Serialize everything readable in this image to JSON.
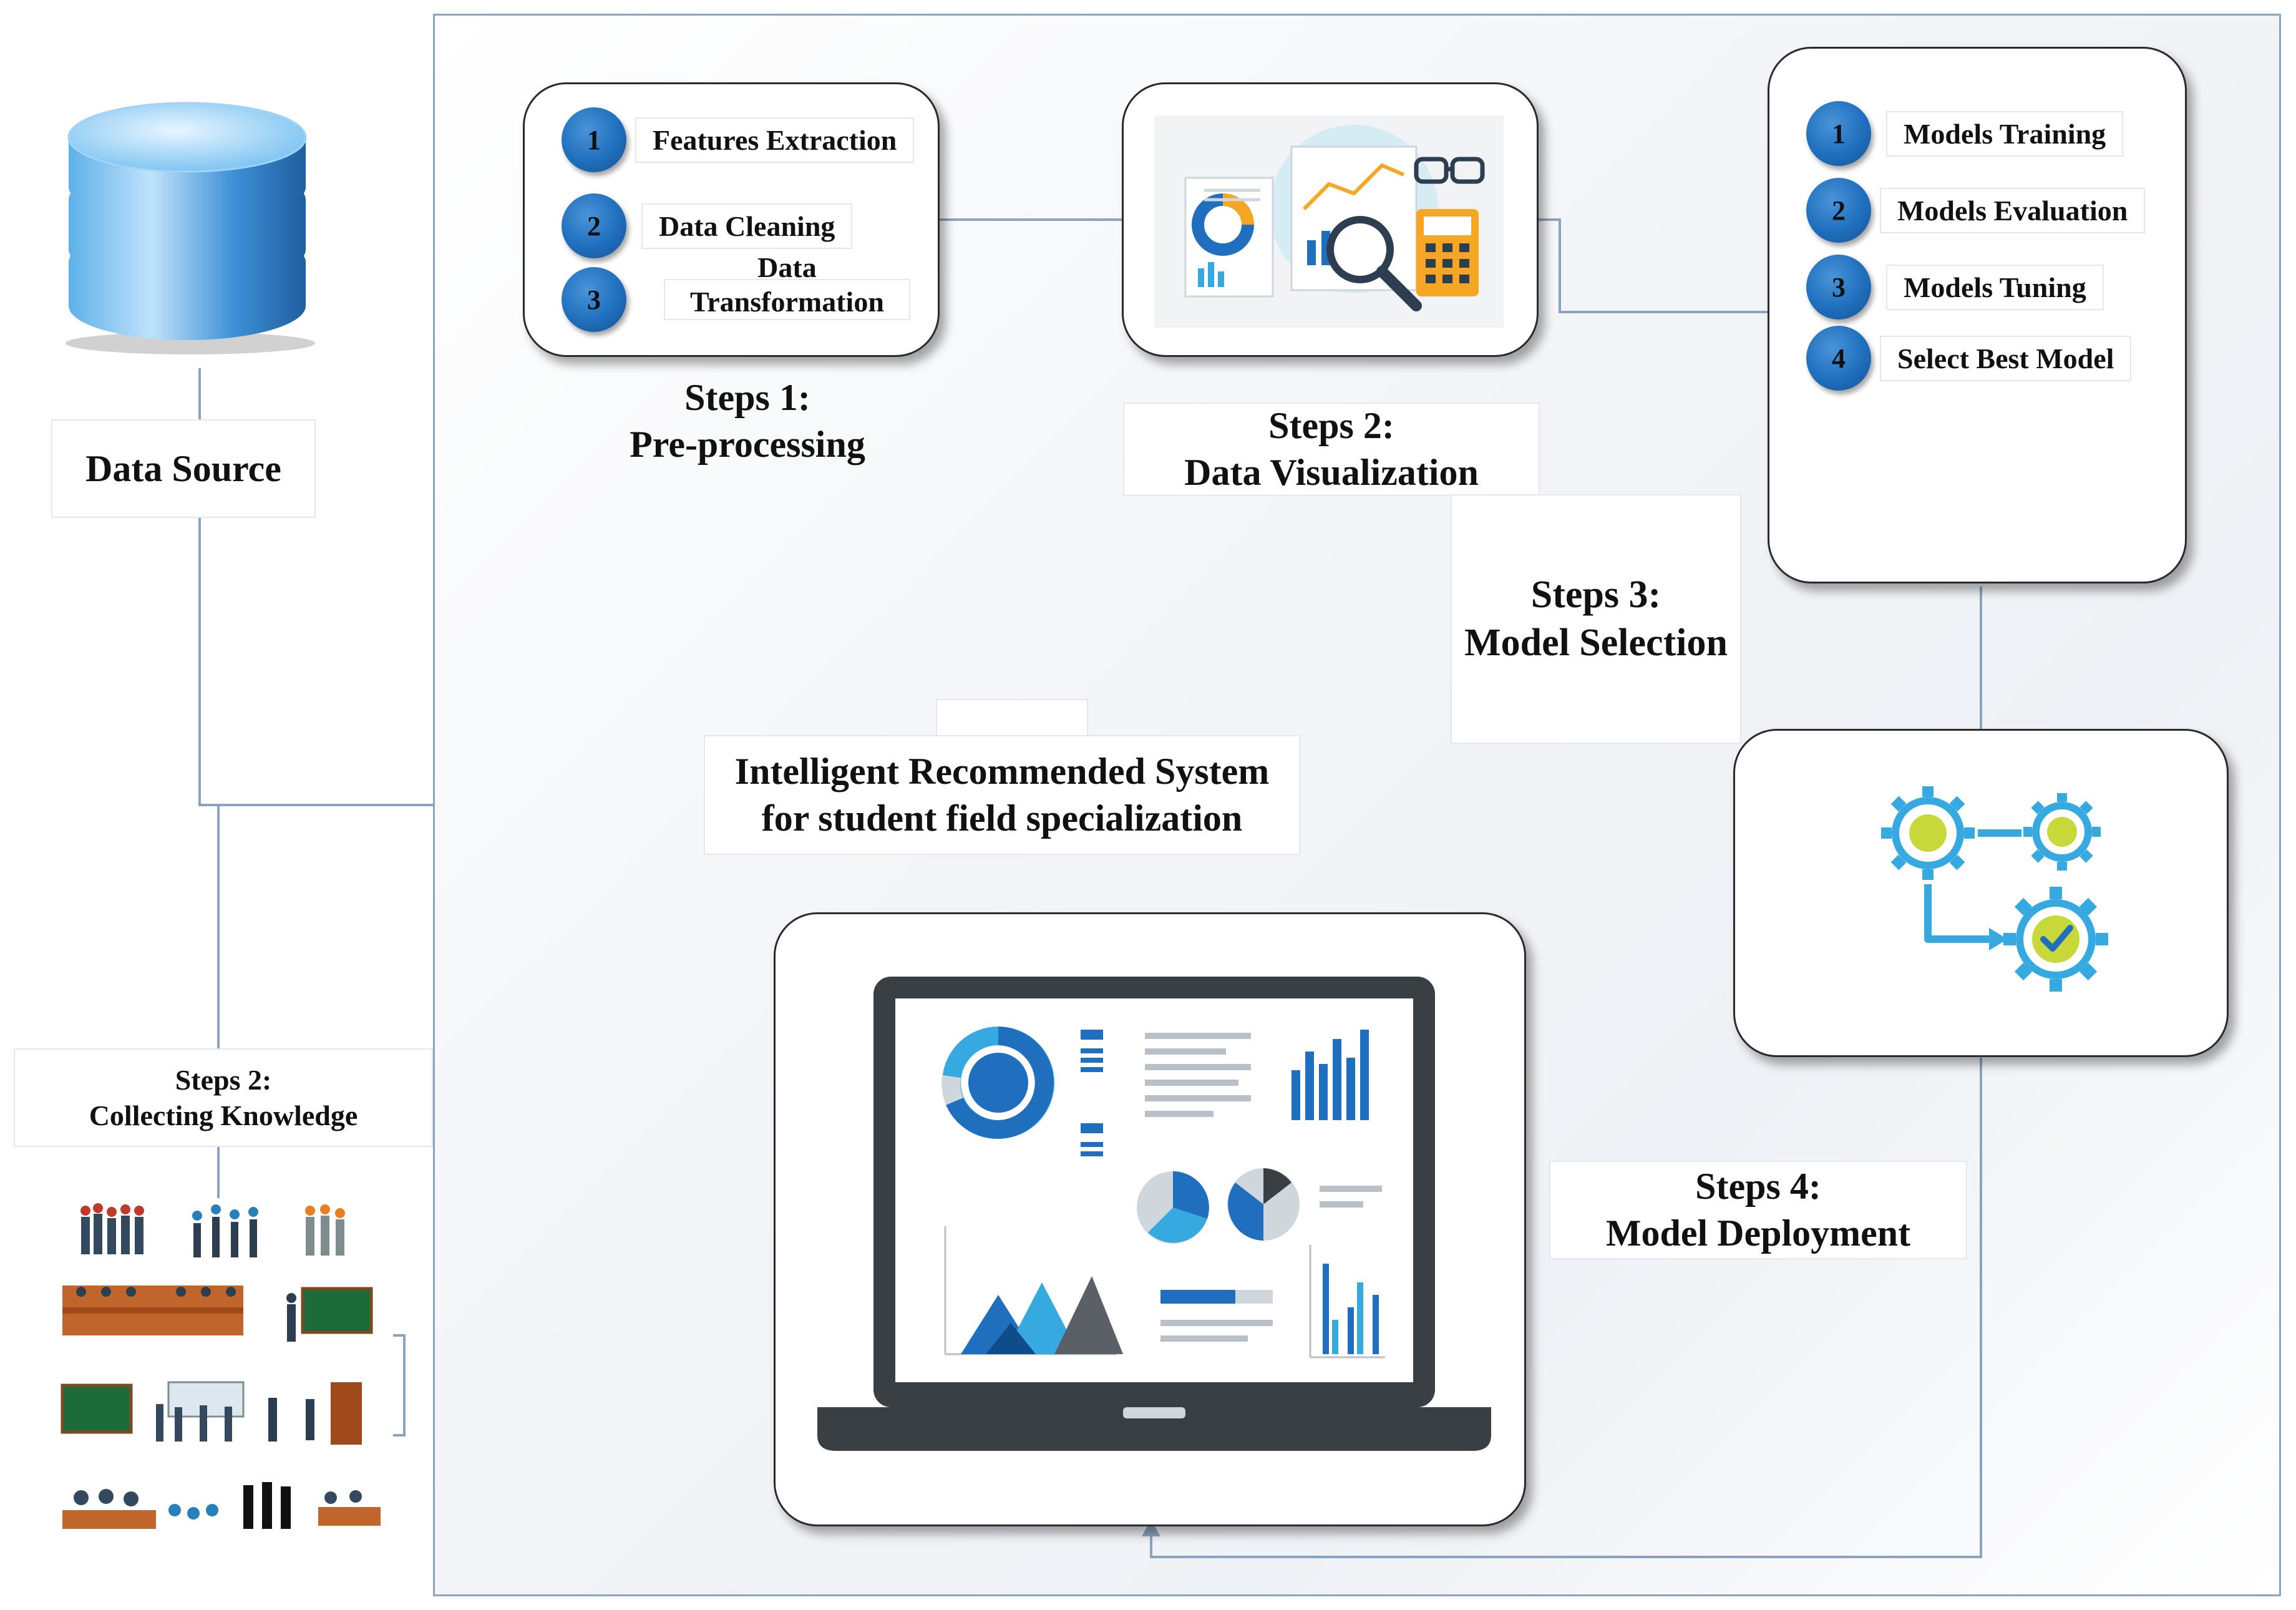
{
  "data_source": {
    "label": "Data Source"
  },
  "collecting": {
    "title": "Steps 2:",
    "subtitle": "Collecting Knowledge"
  },
  "preprocessing": {
    "items": [
      {
        "num": "1",
        "label": "Features Extraction"
      },
      {
        "num": "2",
        "label": "Data Cleaning"
      },
      {
        "num": "3",
        "label_line1": "Data",
        "label_line2": "Transformation"
      }
    ],
    "title": "Steps 1:",
    "subtitle": "Pre-processing"
  },
  "visualization": {
    "title": "Steps 2:",
    "subtitle": "Data Visualization"
  },
  "model_selection": {
    "items": [
      {
        "num": "1",
        "label": "Models Training"
      },
      {
        "num": "2",
        "label": "Models Evaluation"
      },
      {
        "num": "3",
        "label": "Models Tuning"
      },
      {
        "num": "4",
        "label": "Select Best Model"
      }
    ],
    "title": "Steps 3:",
    "subtitle": "Model Selection"
  },
  "system": {
    "line1": "Intelligent Recommended System",
    "line2": "for student field specialization"
  },
  "deployment": {
    "title": "Steps 4:",
    "subtitle": "Model Deployment"
  },
  "colors": {
    "accent": "#1f6fbe",
    "line": "#8aa4bf",
    "light_blue": "#36a9e1"
  }
}
